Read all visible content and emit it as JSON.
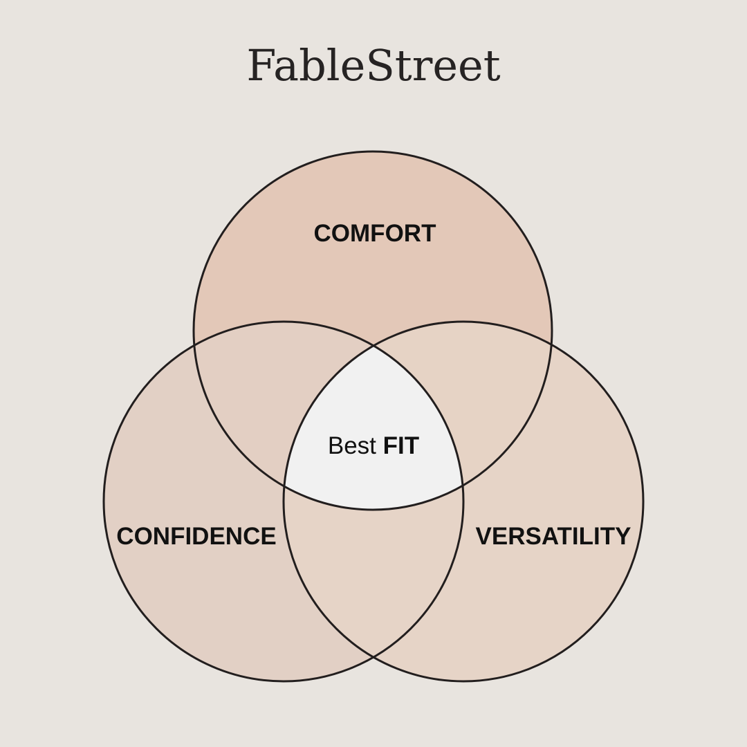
{
  "brand": {
    "name": "FableStreet"
  },
  "diagram": {
    "type": "venn",
    "sets": [
      {
        "id": "comfort",
        "label": "COMFORT",
        "color": "#e3c8b8"
      },
      {
        "id": "confidence",
        "label": "CONFIDENCE",
        "color": "#e2d0c5"
      },
      {
        "id": "versatility",
        "label": "VERSATILITY",
        "color": "#e6d4c7"
      }
    ],
    "intersection": {
      "label_regular": "Best",
      "label_bold": "FIT",
      "color": "#f1f1f1"
    },
    "background": "#e8e4df",
    "outline": "#221e1e"
  }
}
